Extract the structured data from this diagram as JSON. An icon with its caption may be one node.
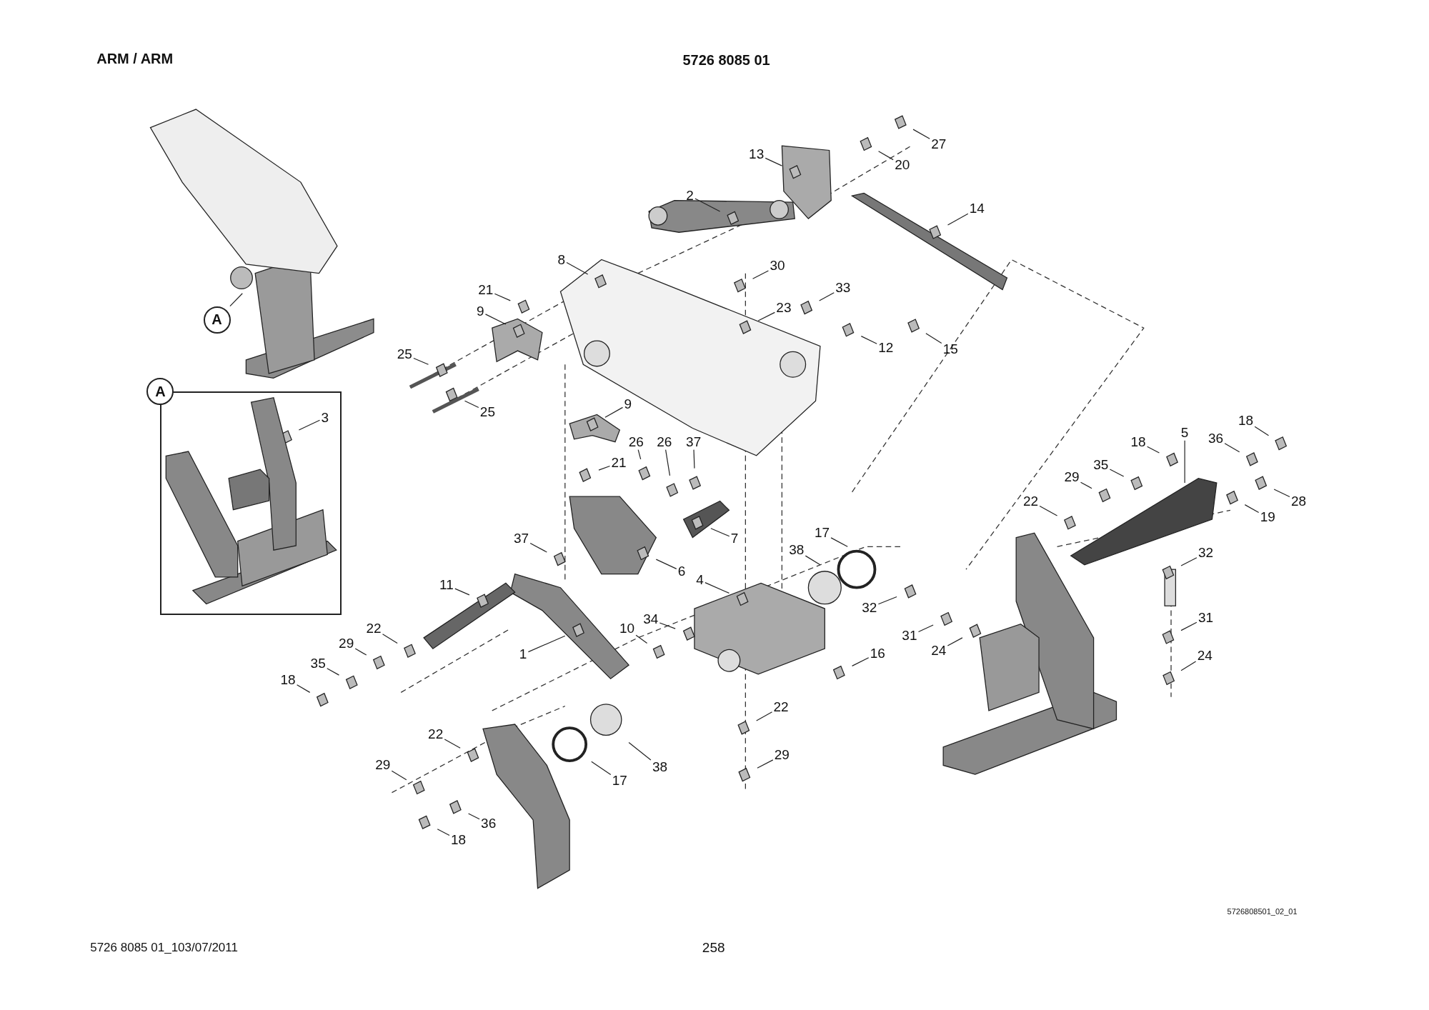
{
  "diagram": {
    "title": "ARM / ARM",
    "nodes": [
      {
        "text": [
          "27"
        ]
      },
      {
        "text": [
          "13"
        ]
      },
      {
        "text": [
          "20"
        ]
      },
      {
        "text": [
          "2"
        ]
      },
      {
        "text": [
          "14"
        ]
      },
      {
        "text": [
          "8"
        ]
      },
      {
        "text": [
          "30"
        ]
      },
      {
        "text": [
          "33"
        ]
      },
      {
        "text": [
          "21"
        ]
      },
      {
        "text": [
          "23"
        ]
      },
      {
        "text": [
          "9"
        ]
      },
      {
        "text": [
          "A"
        ]
      },
      {
        "text": [
          "12"
        ]
      },
      {
        "text": [
          "15"
        ]
      },
      {
        "text": [
          "25"
        ]
      },
      {
        "text": [],
        "shape": "box"
      },
      {
        "text": [
          "3"
        ],
        "in": 15
      },
      {
        "text": [
          "9"
        ]
      },
      {
        "text": [
          "25"
        ]
      },
      {
        "text": [
          "18"
        ]
      },
      {
        "text": [
          "5"
        ]
      },
      {
        "text": [
          "36"
        ]
      },
      {
        "text": [
          "18"
        ]
      },
      {
        "text": [
          "26"
        ]
      },
      {
        "text": [
          "26"
        ]
      },
      {
        "text": [
          "37"
        ]
      },
      {
        "text": [
          "21"
        ]
      },
      {
        "text": [
          "35"
        ]
      },
      {
        "text": [
          "29"
        ]
      },
      {
        "text": [
          "22"
        ]
      },
      {
        "text": [
          "28"
        ]
      },
      {
        "text": [
          "19"
        ]
      },
      {
        "text": [
          "17"
        ]
      },
      {
        "text": [
          "37"
        ]
      },
      {
        "text": [
          "7"
        ]
      },
      {
        "text": [
          "38"
        ]
      },
      {
        "text": [
          "32"
        ]
      },
      {
        "text": [
          "6"
        ]
      },
      {
        "text": [
          "4"
        ]
      },
      {
        "text": [
          "11"
        ]
      },
      {
        "text": [
          "32"
        ]
      },
      {
        "text": [
          "31"
        ]
      },
      {
        "text": [
          "34"
        ]
      },
      {
        "text": [
          "10"
        ]
      },
      {
        "text": [
          "22"
        ]
      },
      {
        "text": [
          "31"
        ]
      },
      {
        "text": [
          "29"
        ]
      },
      {
        "text": [
          "24"
        ]
      },
      {
        "text": [
          "16"
        ]
      },
      {
        "text": [
          "1"
        ]
      },
      {
        "text": [
          "24"
        ]
      },
      {
        "text": [
          "35"
        ]
      },
      {
        "text": [
          "18"
        ]
      },
      {
        "text": [
          "22"
        ]
      },
      {
        "text": [
          "22"
        ]
      },
      {
        "text": [
          "38"
        ]
      },
      {
        "text": [
          "29"
        ]
      },
      {
        "text": [
          "29"
        ]
      },
      {
        "text": [
          "17"
        ]
      },
      {
        "text": [
          "36"
        ]
      },
      {
        "text": [
          "18"
        ]
      },
      {
        "text": [
          "A"
        ]
      }
    ],
    "edges": [
      {
        "from": 0,
        "to": null,
        "arrow": "none"
      },
      {
        "from": 1,
        "to": null,
        "arrow": "none"
      },
      {
        "from": 2,
        "to": null,
        "arrow": "none"
      },
      {
        "from": 3,
        "to": null,
        "arrow": "none"
      },
      {
        "from": 4,
        "to": null,
        "arrow": "none"
      },
      {
        "from": 5,
        "to": null,
        "arrow": "none"
      },
      {
        "from": 6,
        "to": null,
        "arrow": "none"
      },
      {
        "from": 7,
        "to": null,
        "arrow": "none"
      },
      {
        "from": 8,
        "to": null,
        "arrow": "none"
      },
      {
        "from": 9,
        "to": null,
        "arrow": "none"
      },
      {
        "from": 10,
        "to": null,
        "arrow": "none"
      },
      {
        "from": 11,
        "to": null,
        "arrow": "none"
      },
      {
        "from": 12,
        "to": null,
        "arrow": "none"
      },
      {
        "from": 13,
        "to": null,
        "arrow": "none"
      },
      {
        "from": 14,
        "to": null,
        "arrow": "none"
      },
      {
        "from": 16,
        "to": null,
        "arrow": "none"
      },
      {
        "from": 17,
        "to": null,
        "arrow": "none"
      },
      {
        "from": 18,
        "to": null,
        "arrow": "none"
      },
      {
        "from": 19,
        "to": null,
        "arrow": "none"
      },
      {
        "from": 20,
        "to": null,
        "arrow": "none"
      },
      {
        "from": 21,
        "to": null,
        "arrow": "none"
      },
      {
        "from": 22,
        "to": null,
        "arrow": "none"
      },
      {
        "from": 23,
        "to": null,
        "arrow": "none"
      },
      {
        "from": 24,
        "to": null,
        "arrow": "none"
      },
      {
        "from": 25,
        "to": null,
        "arrow": "none"
      },
      {
        "from": 26,
        "to": null,
        "arrow": "none"
      },
      {
        "from": 27,
        "to": null,
        "arrow": "none"
      },
      {
        "from": 28,
        "to": null,
        "arrow": "none"
      },
      {
        "from": 29,
        "to": null,
        "arrow": "none"
      },
      {
        "from": 30,
        "to": null,
        "arrow": "none"
      },
      {
        "from": 31,
        "to": null,
        "arrow": "none"
      },
      {
        "from": 32,
        "to": null,
        "arrow": "none"
      },
      {
        "from": 33,
        "to": null,
        "arrow": "none"
      },
      {
        "from": 34,
        "to": null,
        "arrow": "none"
      },
      {
        "from": 35,
        "to": null,
        "arrow": "none"
      },
      {
        "from": 36,
        "to": null,
        "arrow": "none"
      },
      {
        "from": 37,
        "to": null,
        "arrow": "none"
      },
      {
        "from": 38,
        "to": null,
        "arrow": "none"
      },
      {
        "from": 39,
        "to": null,
        "arrow": "none"
      },
      {
        "from": 40,
        "to": null,
        "arrow": "none"
      },
      {
        "from": 41,
        "to": null,
        "arrow": "none"
      },
      {
        "from": 42,
        "to": null,
        "arrow": "none"
      },
      {
        "from": 43,
        "to": null,
        "arrow": "none"
      },
      {
        "from": 44,
        "to": null,
        "arrow": "none"
      },
      {
        "from": 45,
        "to": null,
        "arrow": "none"
      },
      {
        "from": 46,
        "to": null,
        "arrow": "none"
      },
      {
        "from": 47,
        "to": null,
        "arrow": "none"
      },
      {
        "from": 48,
        "to": null,
        "arrow": "none"
      },
      {
        "from": 49,
        "to": null,
        "arrow": "none"
      },
      {
        "from": 50,
        "to": null,
        "arrow": "none"
      },
      {
        "from": 51,
        "to": null,
        "arrow": "none"
      },
      {
        "from": 52,
        "to": null,
        "arrow": "none"
      },
      {
        "from": 53,
        "to": null,
        "arrow": "none"
      },
      {
        "from": 54,
        "to": null,
        "arrow": "none"
      },
      {
        "from": 55,
        "to": null,
        "arrow": "none"
      },
      {
        "from": 56,
        "to": null,
        "arrow": "none"
      },
      {
        "from": 57,
        "to": null,
        "arrow": "none"
      },
      {
        "from": 58,
        "to": null,
        "arrow": "none"
      },
      {
        "from": 59,
        "to": null,
        "arrow": "none"
      },
      {
        "from": 60,
        "to": null,
        "arrow": "none"
      }
    ],
    "labels": [
      "5726 8085 01",
      "5726808501_02_01",
      "5726 8085 01_103/07/2011",
      "258"
    ]
  }
}
